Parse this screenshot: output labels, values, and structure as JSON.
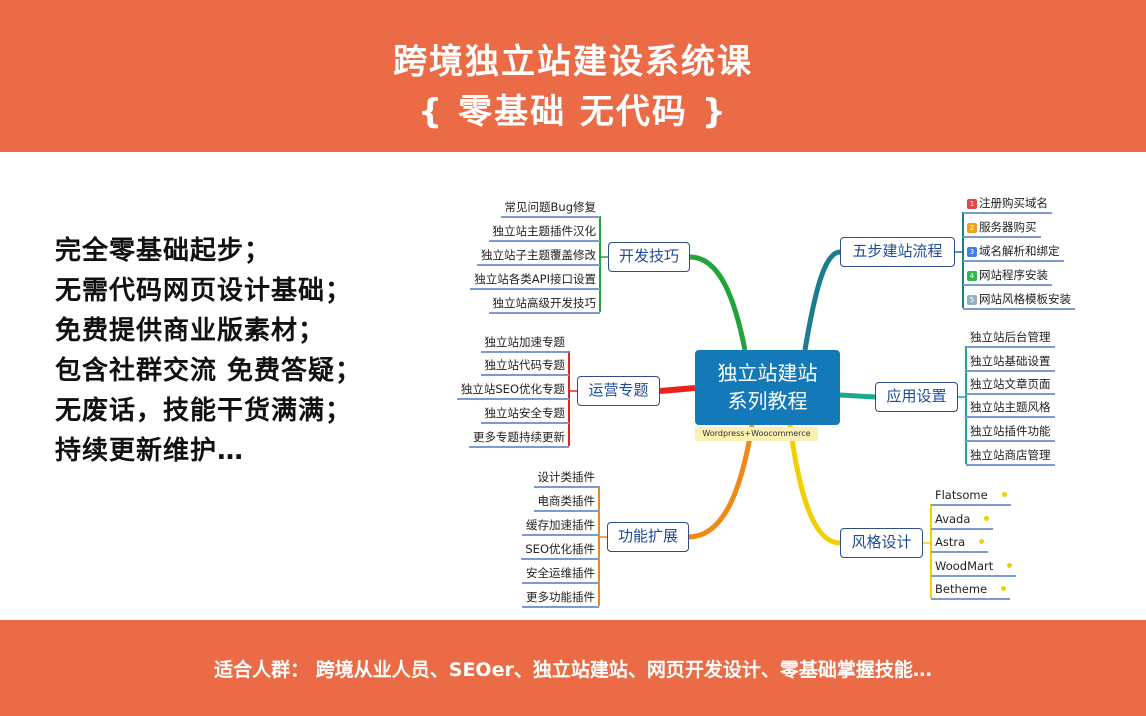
{
  "header": {
    "title": "跨境独立站建设系统课",
    "subtitle": "{ 零基础 无代码 }"
  },
  "features": [
    "完全零基础起步；",
    "无需代码网页设计基础；",
    "免费提供商业版素材；",
    "包含社群交流 免费答疑；",
    "无废话，技能干货满满；",
    "持续更新维护…"
  ],
  "mindmap": {
    "center": {
      "line1": "独立站建站",
      "line2": "系列教程",
      "sub": "Wordpress+Woocommerce"
    },
    "branches": [
      {
        "id": "dev",
        "label": "开发技巧",
        "color": "#22A33C",
        "items": [
          "常见问题Bug修复",
          "独立站主题插件汉化",
          "独立站子主题覆盖修改",
          "独立站各类API接口设置",
          "独立站高级开发技巧"
        ]
      },
      {
        "id": "ops",
        "label": "运营专题",
        "color": "#E8231E",
        "items": [
          "独立站加速专题",
          "独立站代码专题",
          "独立站SEO优化专题",
          "独立站安全专题",
          "更多专题持续更新"
        ]
      },
      {
        "id": "ext",
        "label": "功能扩展",
        "color": "#F08A16",
        "items": [
          "设计类插件",
          "电商类插件",
          "缓存加速插件",
          "SEO优化插件",
          "安全运维插件",
          "更多功能插件"
        ]
      },
      {
        "id": "steps",
        "label": "五步建站流程",
        "color": "#1A7E8C",
        "items": [
          "注册购买域名",
          "服务器购买",
          "域名解析和绑定",
          "网站程序安装",
          "网站风格模板安装"
        ],
        "badges": [
          "1",
          "2",
          "3",
          "4",
          "5"
        ],
        "badge_colors": [
          "#E04848",
          "#F0A020",
          "#3E7FE0",
          "#2DB84A",
          "#9AB0C0"
        ]
      },
      {
        "id": "app",
        "label": "应用设置",
        "color": "#1BAA8E",
        "items": [
          "独立站后台管理",
          "独立站基础设置",
          "独立站文章页面",
          "独立站主题风格",
          "独立站插件功能",
          "独立站商店管理"
        ]
      },
      {
        "id": "style",
        "label": "风格设计",
        "color": "#F2CF00",
        "items": [
          "Flatsome",
          "Avada",
          "Astra",
          "WoodMart",
          "Betheme"
        ]
      }
    ]
  },
  "footer": {
    "text": "适合人群： 跨境从业人员、SEOer、独立站建站、网页开发设计、零基础掌握技能…"
  }
}
